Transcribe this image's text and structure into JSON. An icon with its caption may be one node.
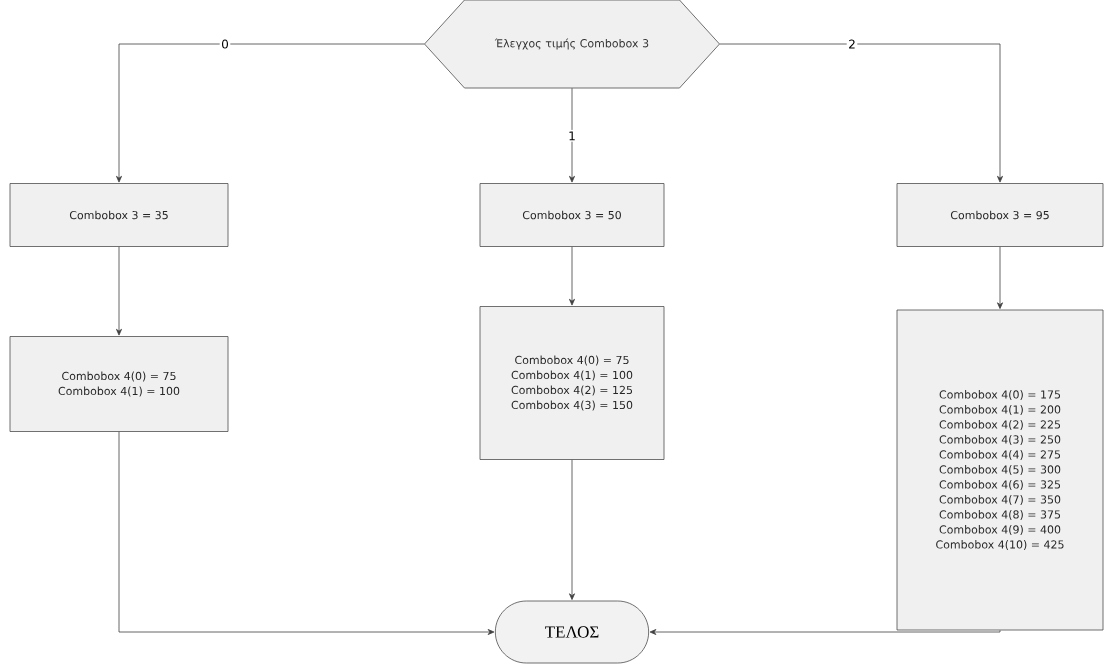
{
  "diagram": {
    "nodes": [
      {
        "text": [
          "Έλεγχος τιμής Combobox 3"
        ]
      },
      {
        "text": [
          "Combobox 3 = 35"
        ]
      },
      {
        "text": [
          "Combobox 3 = 50"
        ]
      },
      {
        "text": [
          "Combobox 3 = 95"
        ]
      },
      {
        "text": [
          "Combobox 4(0) = 75",
          "Combobox 4(1) = 100"
        ]
      },
      {
        "text": [
          "Combobox 4(0) = 75",
          "Combobox 4(1) = 100",
          "Combobox 4(2) = 125",
          "Combobox 4(3) = 150"
        ]
      },
      {
        "text": [
          "Combobox 4(0) = 175",
          "Combobox 4(1) = 200",
          "Combobox 4(2) = 225",
          "Combobox 4(3) = 250",
          "Combobox 4(4) = 275",
          "Combobox 4(5) = 300",
          "Combobox 4(6) = 325",
          "Combobox 4(7) = 350",
          "Combobox 4(8) = 375",
          "Combobox 4(9) = 400",
          "Combobox 4(10) = 425"
        ]
      },
      {
        "text": [
          "ΤΕΛΟΣ"
        ]
      }
    ],
    "edges": [
      {
        "from": 0,
        "to": 1,
        "arrow": "to",
        "label": "0"
      },
      {
        "from": 0,
        "to": 2,
        "arrow": "to",
        "label": "1"
      },
      {
        "from": 0,
        "to": 3,
        "arrow": "to",
        "label": "2"
      },
      {
        "from": 1,
        "to": 4,
        "arrow": "to"
      },
      {
        "from": 2,
        "to": 5,
        "arrow": "to"
      },
      {
        "from": 3,
        "to": 6,
        "arrow": "to"
      },
      {
        "from": 4,
        "to": 7,
        "arrow": "to"
      },
      {
        "from": 5,
        "to": 7,
        "arrow": "to"
      },
      {
        "from": 6,
        "to": 7,
        "arrow": "to"
      }
    ]
  }
}
